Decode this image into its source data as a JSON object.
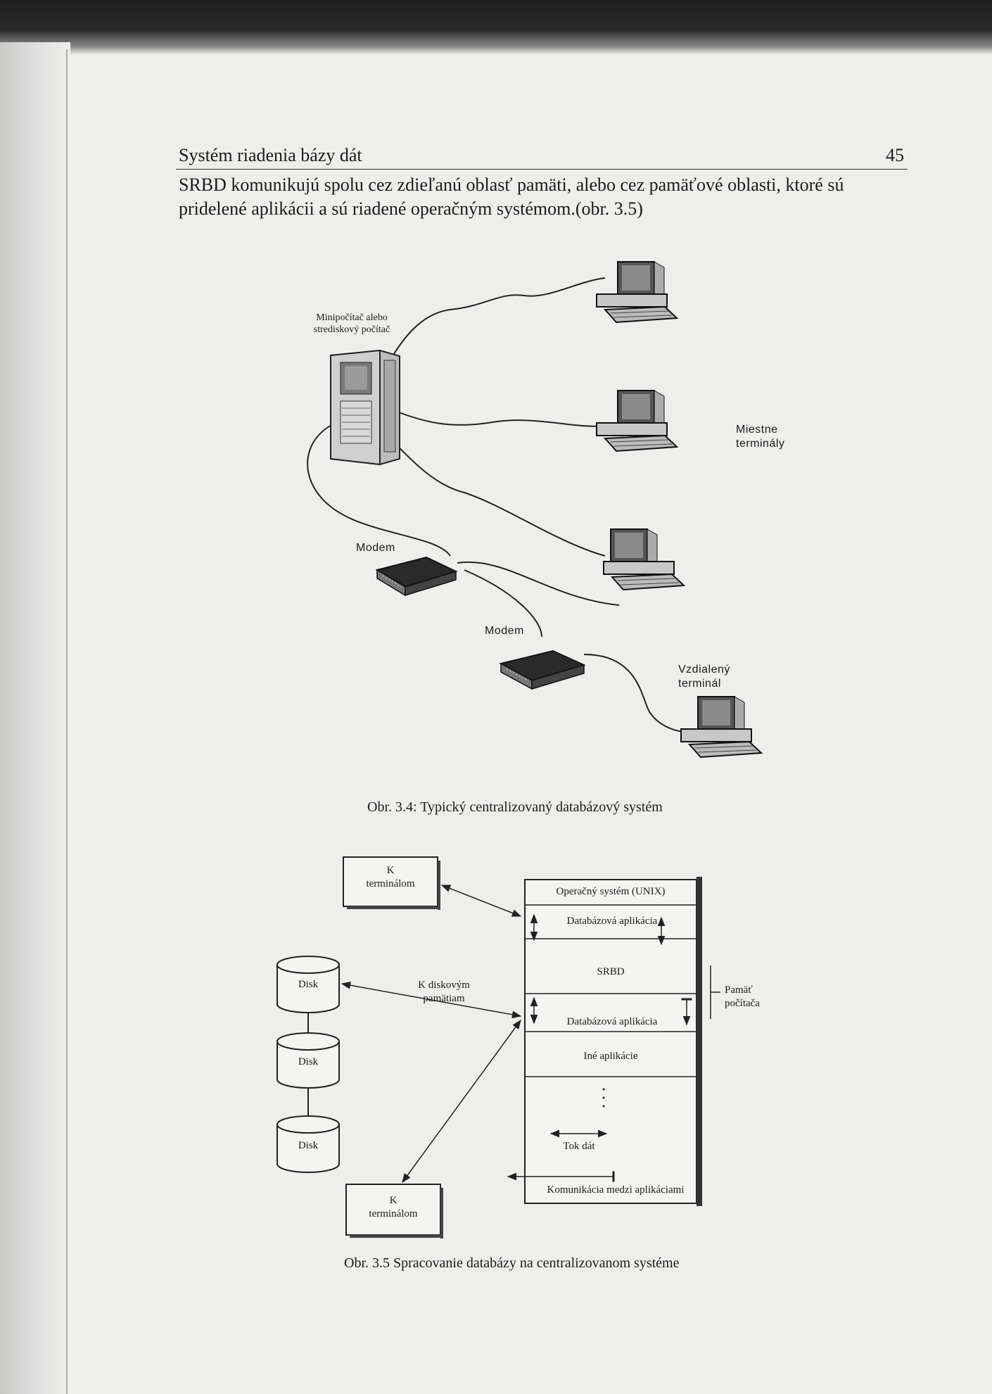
{
  "header": {
    "title": "Systém riadenia bázy dát",
    "page_number": "45"
  },
  "paragraph": "SRBD komunikujú spolu cez zdieľanú oblasť pamäti, alebo cez pamäťové oblasti, ktoré sú pridelené aplikácii a sú riadené operačným systémom.(obr. 3.5)",
  "figure1": {
    "mainframe_label": [
      "Minipočítač alebo",
      "strediskový počítač"
    ],
    "local_terminals_label": [
      "Miestne",
      "terminály"
    ],
    "modem1_label": "Modem",
    "modem2_label": "Modem",
    "remote_terminal_label": [
      "Vzdialený",
      "terminál"
    ],
    "caption": "Obr. 3.4: Typický centralizovaný databázový systém"
  },
  "figure2": {
    "top_terminal": [
      "K",
      "terminálom"
    ],
    "bottom_terminal": [
      "K",
      "terminálom"
    ],
    "disks": [
      "Disk",
      "Disk",
      "Disk"
    ],
    "disk_memory_label": [
      "K diskovým",
      "pamätiam"
    ],
    "os": "Operačný systém (UNIX)",
    "app1": "Databázová aplikácia",
    "srbd": "SRBD",
    "app2": "Databázová aplikácia",
    "other_apps": "Iné aplikácie",
    "memory_label": [
      "Pamäť",
      "počítača"
    ],
    "legend_data_flow": "Tok dát",
    "legend_app_comm": "Komunikácia medzi aplikáciami",
    "caption": "Obr. 3.5 Spracovanie databázy na centralizovanom systéme"
  }
}
